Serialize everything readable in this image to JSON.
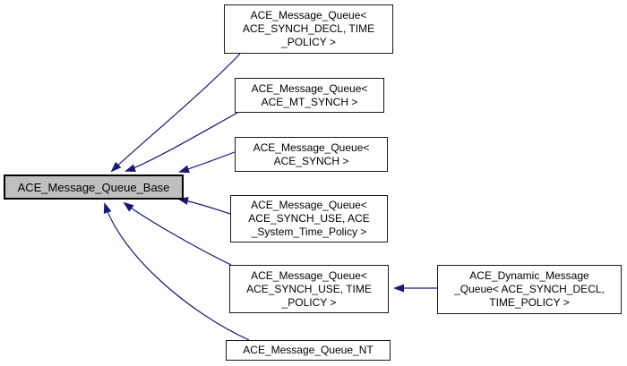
{
  "diagram": {
    "type": "class-inheritance-graph",
    "background": "#ffffff",
    "edge_color": "#191970",
    "base_node_fill": "#bfbfbf",
    "node_fill": "#ffffff",
    "node_border": "#000000",
    "nodes": [
      {
        "id": "base",
        "role": "base-class",
        "label": "ACE_Message_Queue_Base"
      },
      {
        "id": "n1",
        "role": "derived-class",
        "label": "ACE_Message_Queue<\nACE_SYNCH_DECL, TIME\n_POLICY >"
      },
      {
        "id": "n2",
        "role": "derived-class",
        "label": "ACE_Message_Queue<\nACE_MT_SYNCH >"
      },
      {
        "id": "n3",
        "role": "derived-class",
        "label": "ACE_Message_Queue<\nACE_SYNCH >"
      },
      {
        "id": "n4",
        "role": "derived-class",
        "label": "ACE_Message_Queue<\nACE_SYNCH_USE, ACE\n_System_Time_Policy >"
      },
      {
        "id": "n5",
        "role": "derived-class",
        "label": "ACE_Message_Queue<\nACE_SYNCH_USE, TIME\n_POLICY >"
      },
      {
        "id": "n6",
        "role": "derived-class",
        "label": "ACE_Dynamic_Message\n_Queue< ACE_SYNCH_DECL,\nTIME_POLICY >"
      },
      {
        "id": "n7",
        "role": "derived-class",
        "label": "ACE_Message_Queue_NT"
      }
    ],
    "edges": [
      {
        "from": "n1",
        "to": "base",
        "type": "inheritance"
      },
      {
        "from": "n2",
        "to": "base",
        "type": "inheritance"
      },
      {
        "from": "n3",
        "to": "base",
        "type": "inheritance"
      },
      {
        "from": "n4",
        "to": "base",
        "type": "inheritance"
      },
      {
        "from": "n5",
        "to": "base",
        "type": "inheritance"
      },
      {
        "from": "n7",
        "to": "base",
        "type": "inheritance"
      },
      {
        "from": "n6",
        "to": "n5",
        "type": "inheritance"
      }
    ]
  }
}
